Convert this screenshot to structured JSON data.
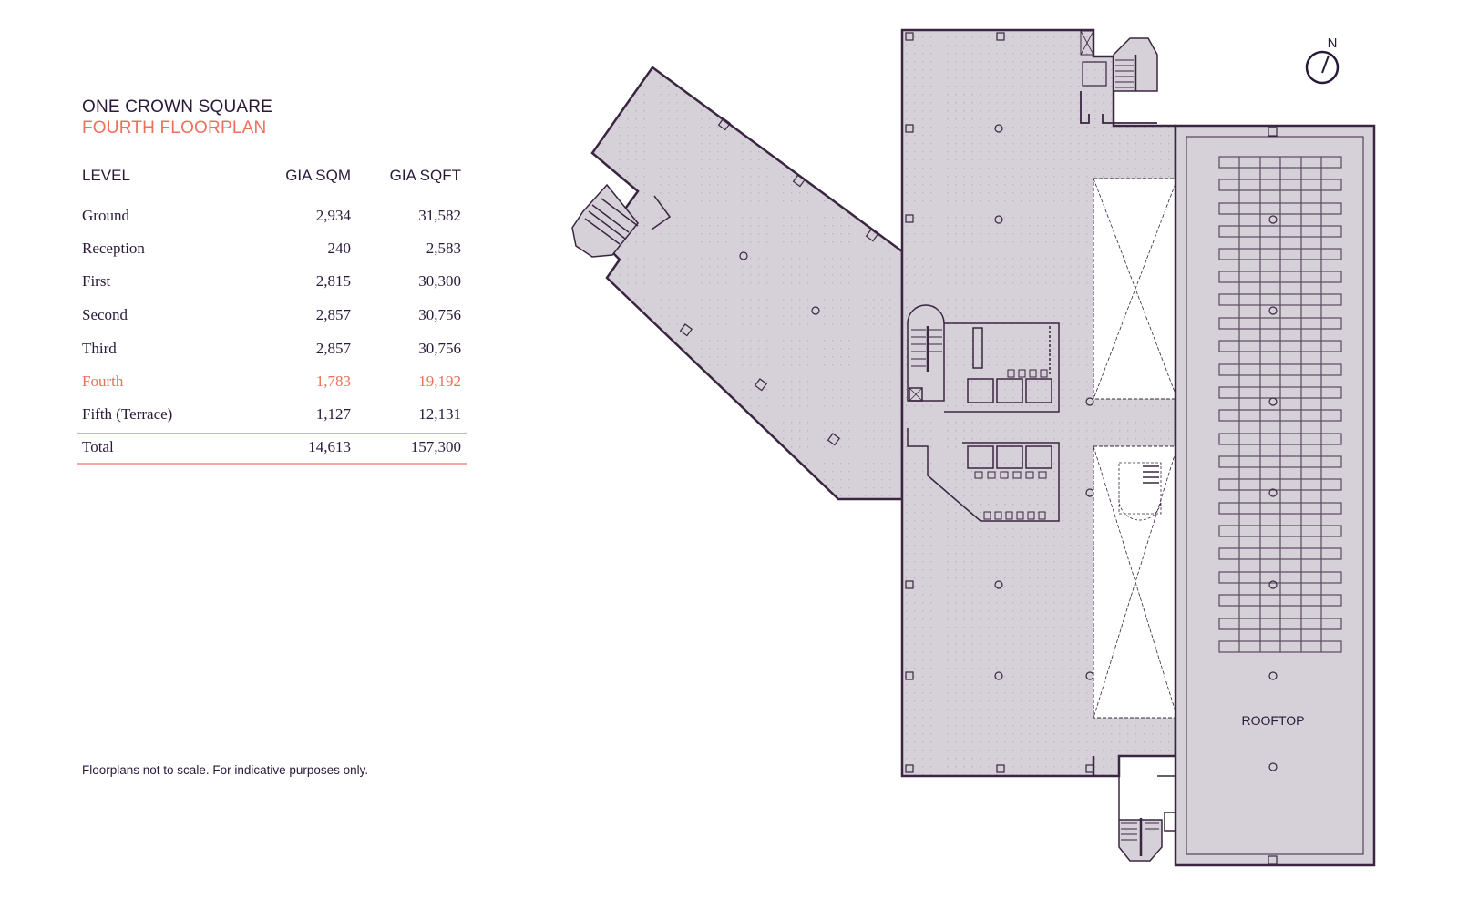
{
  "header": {
    "title": "ONE CROWN SQUARE",
    "subtitle": "FOURTH FLOORPLAN"
  },
  "table": {
    "columns": [
      "LEVEL",
      "GIA SQM",
      "GIA SQFT"
    ],
    "rows": [
      {
        "level": "Ground",
        "sqm": "2,934",
        "sqft": "31,582",
        "highlight": false
      },
      {
        "level": "Reception",
        "sqm": "240",
        "sqft": "2,583",
        "highlight": false
      },
      {
        "level": "First",
        "sqm": "2,815",
        "sqft": "30,300",
        "highlight": false
      },
      {
        "level": "Second",
        "sqm": "2,857",
        "sqft": "30,756",
        "highlight": false
      },
      {
        "level": "Third",
        "sqm": "2,857",
        "sqft": "30,756",
        "highlight": false
      },
      {
        "level": "Fourth",
        "sqm": "1,783",
        "sqft": "19,192",
        "highlight": true
      },
      {
        "level": "Fifth (Terrace)",
        "sqm": "1,127",
        "sqft": "12,131",
        "highlight": false
      }
    ],
    "total": {
      "level": "Total",
      "sqm": "14,613",
      "sqft": "157,300"
    }
  },
  "footnote": "Floorplans not to scale. For indicative purposes only.",
  "floorplan": {
    "rooftop_label": "ROOFTOP",
    "north_label": "N",
    "icons": [
      "compass-north-icon",
      "stair-icon",
      "lift-icon",
      "column-icon",
      "void-icon"
    ]
  },
  "colors": {
    "text": "#2a1a3a",
    "accent": "#ee6f5b",
    "rule": "#f4a79c",
    "floor_fill": "#d6d1d9",
    "line": "#3a2640"
  }
}
